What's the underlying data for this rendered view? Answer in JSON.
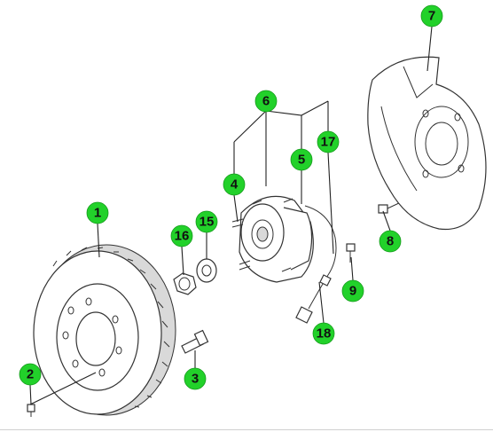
{
  "callouts": [
    {
      "id": "1",
      "label": "1"
    },
    {
      "id": "2",
      "label": "2"
    },
    {
      "id": "3",
      "label": "3"
    },
    {
      "id": "4",
      "label": "4"
    },
    {
      "id": "5",
      "label": "5"
    },
    {
      "id": "6",
      "label": "6"
    },
    {
      "id": "7",
      "label": "7"
    },
    {
      "id": "8",
      "label": "8"
    },
    {
      "id": "9",
      "label": "9"
    },
    {
      "id": "15",
      "label": "15"
    },
    {
      "id": "16",
      "label": "16"
    },
    {
      "id": "17",
      "label": "17"
    },
    {
      "id": "18",
      "label": "18"
    }
  ],
  "colors": {
    "callout_fill": "#22d12a",
    "line": "#333333"
  }
}
